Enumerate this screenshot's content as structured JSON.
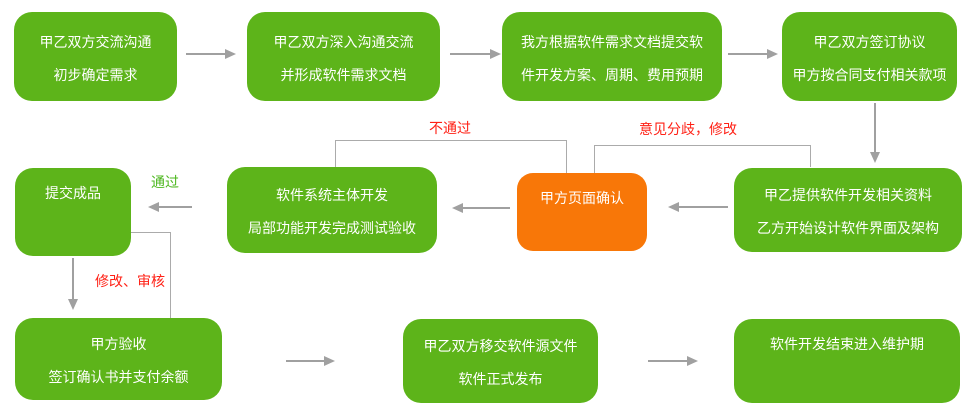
{
  "flowchart": {
    "nodes": {
      "step1": {
        "line1": "甲乙双方交流沟通",
        "line2": "初步确定需求"
      },
      "step2": {
        "line1": "甲乙双方深入沟通交流",
        "line2": "并形成软件需求文档"
      },
      "step3": {
        "line1": "我方根据软件需求文档提交软",
        "line2": "件开发方案、周期、费用预期"
      },
      "step4": {
        "line1": "甲乙双方签订协议",
        "line2": "甲方按合同支付相关款项"
      },
      "step5": {
        "line1": "甲乙提供软件开发相关资料",
        "line2": "乙方开始设计软件界面及架构"
      },
      "step6": {
        "line1": "甲方页面确认"
      },
      "step7": {
        "line1": "软件系统主体开发",
        "line2": "局部功能开发完成测试验收"
      },
      "step8": {
        "line1": "提交成品"
      },
      "step9": {
        "line1": "甲方验收",
        "line2": "签订确认书并支付余额"
      },
      "step10": {
        "line1": "甲乙双方移交软件源文件",
        "line2": "软件正式发布"
      },
      "step11": {
        "line1": "软件开发结束进入维护期"
      }
    },
    "edge_labels": {
      "not_passed": "不通过",
      "disagreement": "意见分歧，修改",
      "passed": "通过",
      "revise_review": "修改、审核"
    }
  },
  "colors": {
    "node_green": "#5db41a",
    "node_orange": "#f87708",
    "label_red": "#ff2015",
    "label_green": "#4cb71e",
    "arrow_gray": "#a0a0a0",
    "line_gray": "#ababab",
    "bg": "#ffffff"
  }
}
